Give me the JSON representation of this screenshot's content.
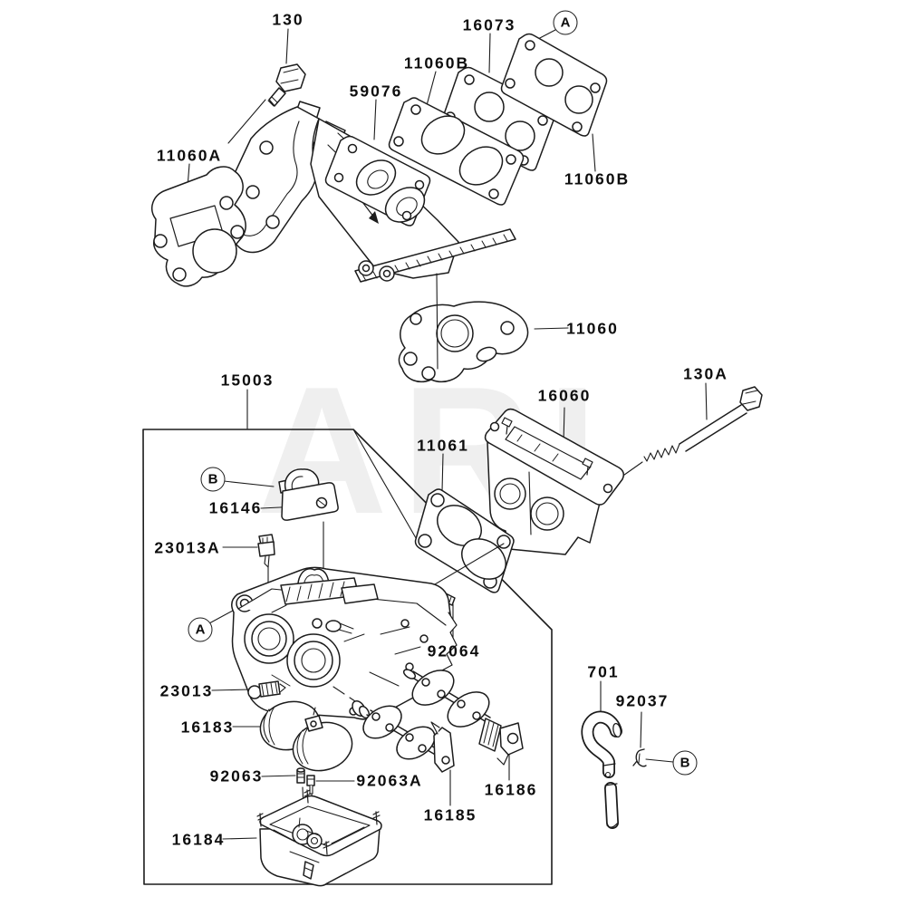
{
  "diagram": {
    "type": "exploded-parts-diagram",
    "subject": "carburetor and intake manifold assembly",
    "watermark": "ARI",
    "colors": {
      "background": "#ffffff",
      "line": "#1c1c1c",
      "label": "#0d0d0d",
      "watermark": "#efefef"
    }
  },
  "callouts": {
    "c130": "130",
    "c16073": "16073",
    "c11060b_top": "11060B",
    "c59076": "59076",
    "c11060a": "11060A",
    "c11060b_right": "11060B",
    "c11060": "11060",
    "c15003": "15003",
    "c130a": "130A",
    "c16060": "16060",
    "c11061": "11061",
    "c16146": "16146",
    "c23013a": "23013A",
    "c92064": "92064",
    "c23013": "23013",
    "c701": "701",
    "c92037": "92037",
    "c16183": "16183",
    "c92063": "92063",
    "c92063a": "92063A",
    "c16184": "16184",
    "c16185": "16185",
    "c16186": "16186"
  },
  "references": {
    "ref_a": "A",
    "ref_b": "B"
  }
}
